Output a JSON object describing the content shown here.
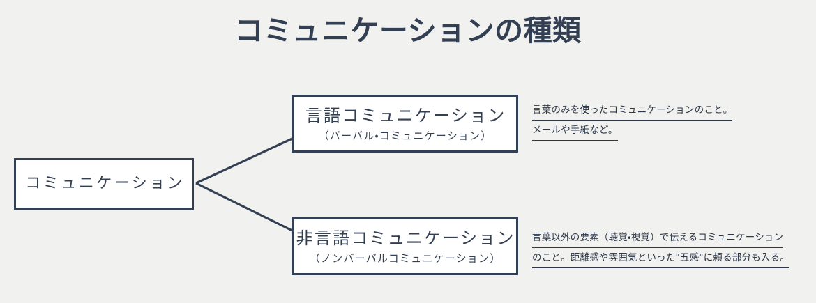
{
  "page": {
    "title": "コミュニケーションの種類",
    "background_color": "#f1f1ef",
    "ink_color": "#333f52"
  },
  "diagram": {
    "type": "tree",
    "root": {
      "label": "コミュニケーション"
    },
    "branches": [
      {
        "id": "verbal",
        "title": "言語コミュニケーション",
        "subtitle": "（バーバル・コミュニケーション）",
        "annotation": [
          "言葉のみを使ったコミュニケーションのこと。",
          "メールや手紙など。"
        ]
      },
      {
        "id": "nonverbal",
        "title": "非言語コミュニケーション",
        "subtitle": "（ノンバーバルコミュニケーション）",
        "annotation": [
          "言葉以外の要素（聴覚・視覚）で伝えるコミュニケーション",
          "のこと。距離感や雰囲気といった\"五感\"に頼る部分も入る。"
        ]
      }
    ]
  }
}
